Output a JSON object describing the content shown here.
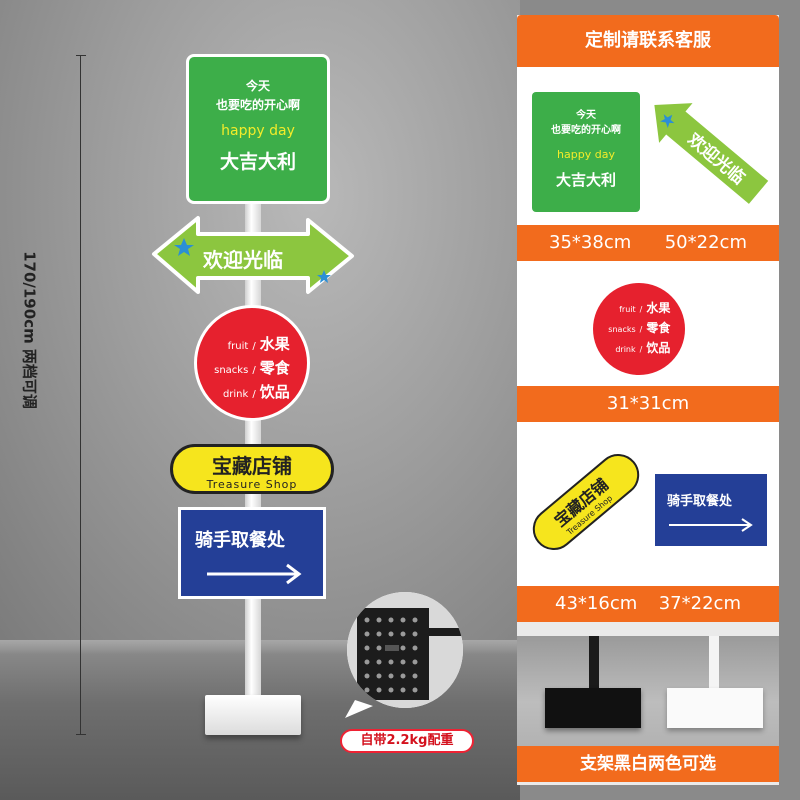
{
  "measure": {
    "label": "170/190cm 两档可调"
  },
  "signs": {
    "green": {
      "line1": "今天",
      "line2": "也要吃的开心啊",
      "line3": "happy day",
      "line4": "大吉大利"
    },
    "arrow": {
      "text": "欢迎光临"
    },
    "red": [
      {
        "en": "fruit",
        "zh": "水果"
      },
      {
        "en": "snacks",
        "zh": "零食"
      },
      {
        "en": "drink",
        "zh": "饮品"
      }
    ],
    "yellow": {
      "zh": "宝藏店铺",
      "en": "Treasure Shop"
    },
    "blue": {
      "zh": "骑手取餐处"
    }
  },
  "zoom_caption": "自带2.2kg配重",
  "panel": {
    "header": "定制请联系客服",
    "size1a": "35*38cm",
    "size1b": "50*22cm",
    "size2": "31*31cm",
    "size3a": "43*16cm",
    "size3b": "37*22cm",
    "footer": "支架黑白两色可选"
  },
  "colors": {
    "green": "#3dae49",
    "red": "#e6212e",
    "yellow": "#f6e51d",
    "blue": "#243f97",
    "orange": "#f26b1d",
    "lime": "#8cc63f"
  }
}
